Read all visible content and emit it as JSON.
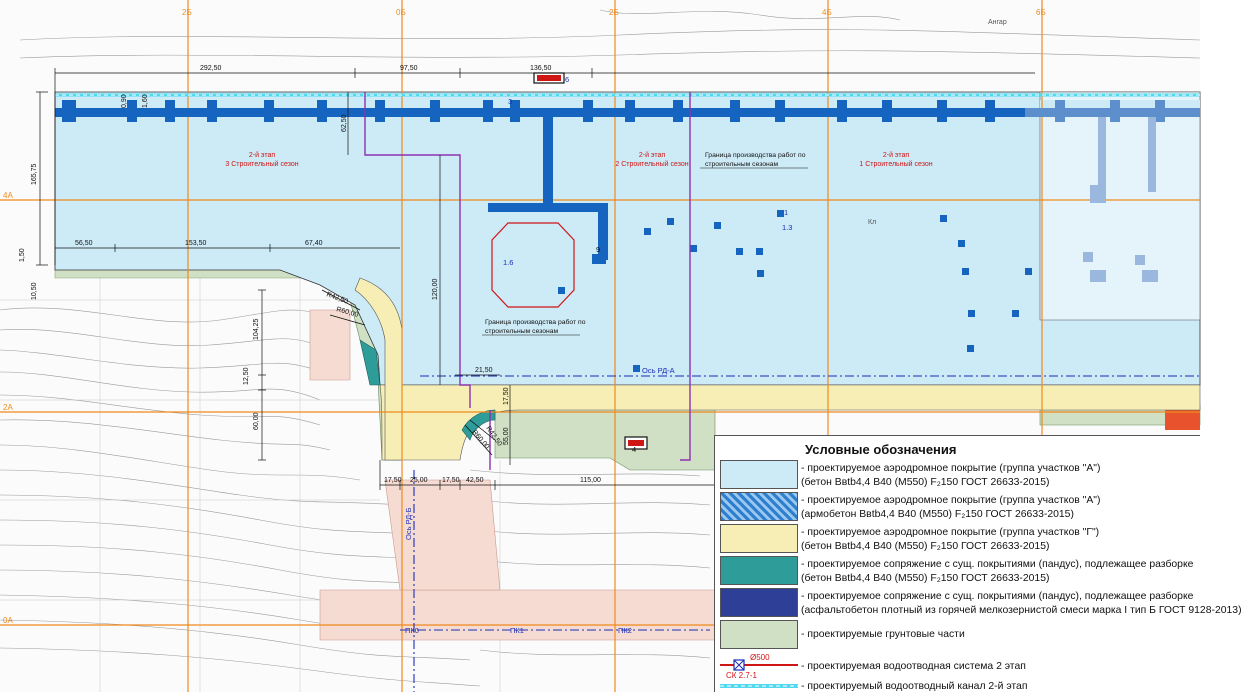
{
  "grid": {
    "vertical": [
      "2Б",
      "0Б",
      "2Б",
      "4Б",
      "6Б"
    ],
    "horizontal": [
      "4А",
      "2А",
      "0А"
    ]
  },
  "dimensions": {
    "top": [
      "292,50",
      "97,50",
      "136,50",
      "0,90",
      "1,60",
      "62,50"
    ],
    "left": [
      "165,75",
      "1,50",
      "10,50",
      "104,25",
      "12,50",
      "60,00"
    ],
    "middle": [
      "56,50",
      "153,50",
      "67,40",
      "120,00",
      "21,50",
      "17,50",
      "55,00"
    ],
    "bottom": [
      "17,50",
      "25,00",
      "17,50",
      "42,50",
      "115,00"
    ],
    "radii": [
      "R42,50",
      "R60,00",
      "R60,00",
      "R42,50"
    ]
  },
  "labels": {
    "stage3": {
      "line1": "2-й этап",
      "line2": "3 Строительный сезон"
    },
    "stage2": {
      "line1": "2-й этап",
      "line2": "2 Строительный сезон"
    },
    "stage1": {
      "line1": "2-й этап",
      "line2": "1 Строительный сезон"
    },
    "boundary_right": {
      "line1": "Граница производства работ по",
      "line2": "строительным сезонам"
    },
    "boundary_left": {
      "line1": "Граница производства работ по",
      "line2": "строительным сезонам"
    },
    "axis_rd_a": "Ось РД-А",
    "axis_rd_b": "Ось РД-Б",
    "marks": [
      "1",
      "1.3",
      "1.6",
      "3",
      "4",
      "6",
      "9"
    ],
    "pk": [
      "ПК0",
      "ПК1",
      "ПК2"
    ],
    "kl": "Кл",
    "ang": "Ангар"
  },
  "legend": {
    "title": "Условные обозначения",
    "items": [
      {
        "line1": "- проектируемое аэродромное покрытие (группа участков \"А\")",
        "line2": "(бетон Bвtb4,4 B40 (M550) F₂150 ГОСТ 26633-2015)",
        "fill": "#cdeaf7"
      },
      {
        "line1": "- проектируемое аэродромное покрытие (группа участков \"А\")",
        "line2": "(армобетон Bвtb4,4 B40 (M550) F₂150 ГОСТ 26633-2015)",
        "fill": "#2f7fd0"
      },
      {
        "line1": "- проектируемое аэродромное покрытие (группа участков \"Г\")",
        "line2": "(бетон Bвtb4,4 B40 (M550) F₂150 ГОСТ 26633-2015)",
        "fill": "#f6eeb5"
      },
      {
        "line1": "- проектируемое сопряжение с сущ. покрытиями (пандус), подлежащее разборке",
        "line2": "(бетон Bвtb4,4 B40 (M550) F₂150 ГОСТ 26633-2015)",
        "fill": "#2e9c98"
      },
      {
        "line1": "- проектируемое сопряжение с сущ. покрытиями (пандус), подлежащее разборке",
        "line2": "(асфальтобетон плотный из горячей мелкозернистой смеси марка I тип Б ГОСТ 9128-2013)",
        "fill": "#2d3f96"
      },
      {
        "line1": "- проектируемые грунтовые части",
        "fill": "#cfe0c4"
      },
      {
        "line1": "- проектируемая водоотводная система 2 этап",
        "sym1": "Ø500",
        "sym2": "СК 2.7-1"
      },
      {
        "line1": "- проектируемый водоотводный канал 2-й этап"
      }
    ]
  },
  "colors": {
    "apron": "#cdeaf7",
    "drain": "#1565c0",
    "gold": "#f6eeb5",
    "green": "#cfe0c4",
    "pink": "#f6dbd2",
    "gridline": "#f08a1c",
    "boundary": "#8e32b0",
    "dims": "#111111",
    "red": "#d01515"
  }
}
